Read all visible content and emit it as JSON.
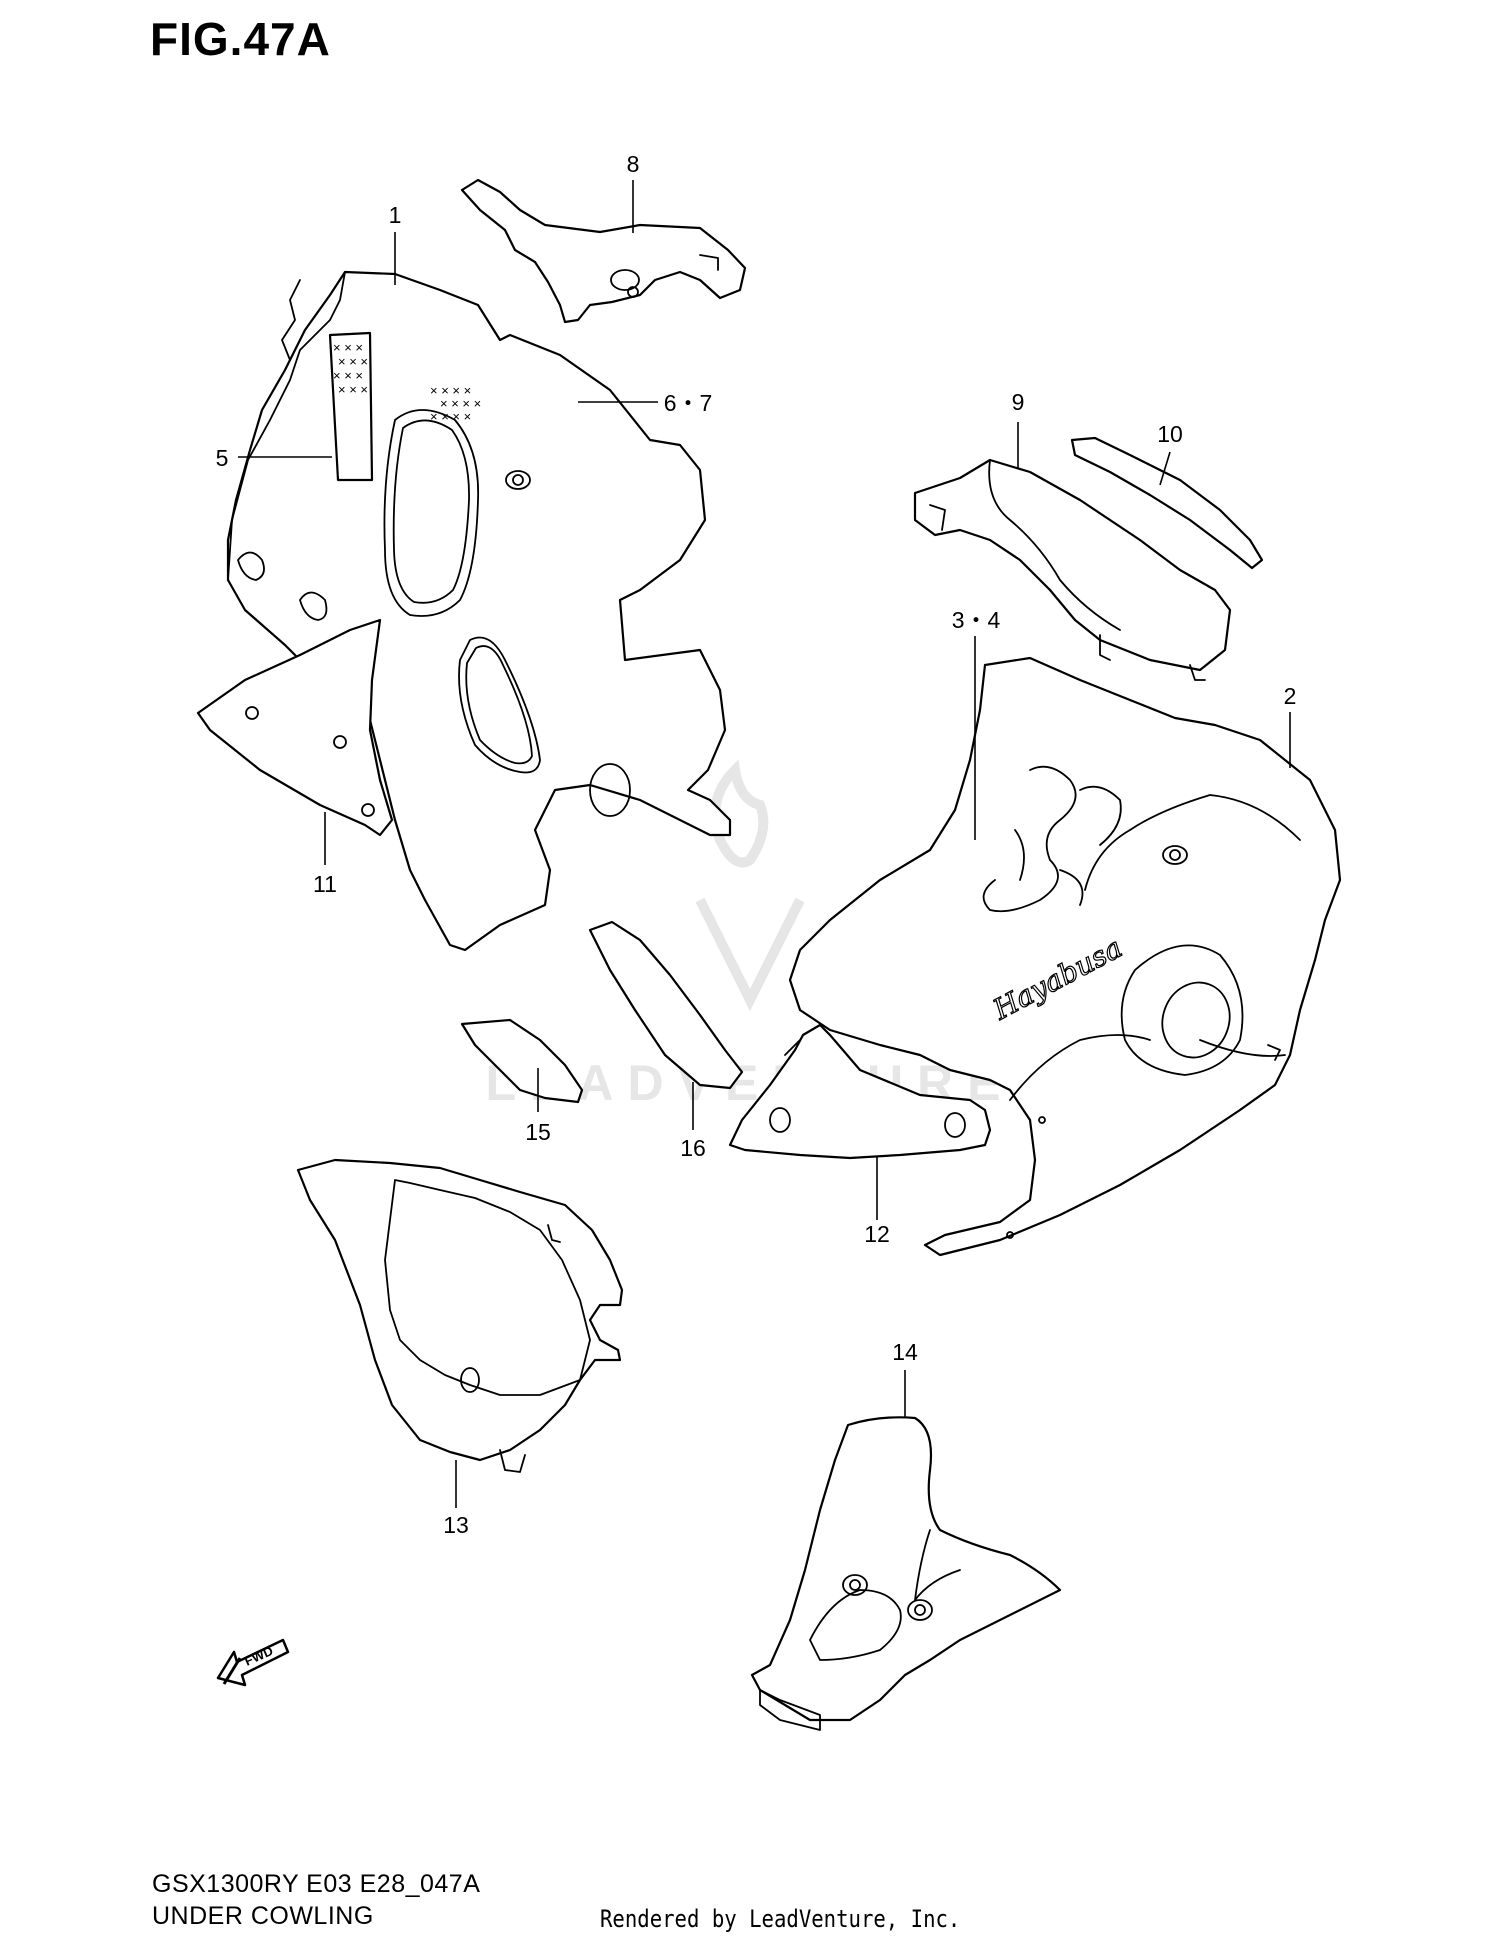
{
  "figure": {
    "title": "FIG.47A",
    "model_code": "GSX1300RY E03 E28_047A",
    "caption": "UNDER COWLING",
    "rendered_by": "Rendered by LeadVenture, Inc.",
    "watermark": "LEADVENTURE"
  },
  "callouts": [
    {
      "id": "1",
      "label": "1"
    },
    {
      "id": "2",
      "label": "2"
    },
    {
      "id": "3-4",
      "label": "3・4"
    },
    {
      "id": "5",
      "label": "5"
    },
    {
      "id": "6-7",
      "label": "6・7"
    },
    {
      "id": "8",
      "label": "8"
    },
    {
      "id": "9",
      "label": "9"
    },
    {
      "id": "10",
      "label": "10"
    },
    {
      "id": "11",
      "label": "11"
    },
    {
      "id": "12",
      "label": "12"
    },
    {
      "id": "13",
      "label": "13"
    },
    {
      "id": "14",
      "label": "14"
    },
    {
      "id": "15",
      "label": "15"
    },
    {
      "id": "16",
      "label": "16"
    }
  ],
  "direction_marker": {
    "label": "FWD",
    "icon": "forward-arrow-icon"
  },
  "decal_text": "Hayabusa"
}
